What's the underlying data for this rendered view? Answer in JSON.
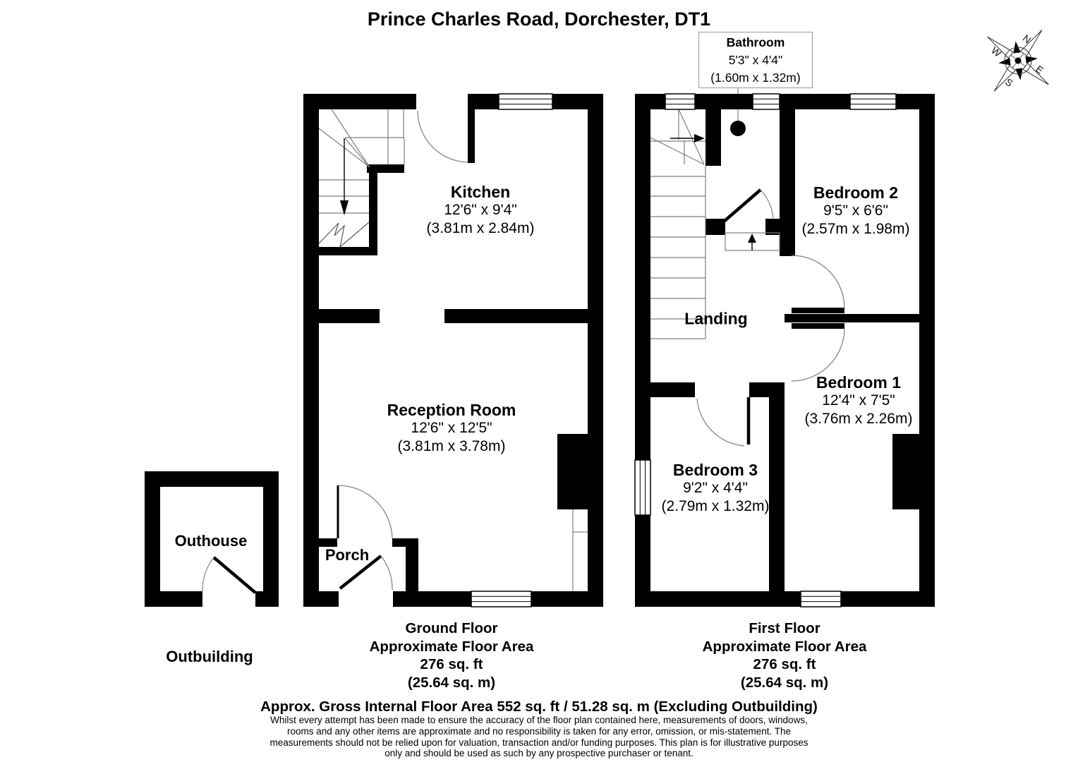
{
  "title": "Prince Charles Road, Dorchester, DT1",
  "compass": {
    "n": "N",
    "e": "E",
    "s": "S",
    "w": "W"
  },
  "ground_floor": {
    "kitchen": {
      "name": "Kitchen",
      "size_imperial": "12'6\" x 9'4\"",
      "size_metric": "(3.81m x 2.84m)"
    },
    "reception": {
      "name": "Reception Room",
      "size_imperial": "12'6\" x 12'5\"",
      "size_metric": "(3.81m x 3.78m)"
    },
    "porch": {
      "name": "Porch"
    },
    "summary": {
      "floor": "Ground Floor",
      "label": "Approximate Floor Area",
      "area_ft": "276 sq. ft",
      "area_m": "(25.64 sq. m)"
    }
  },
  "first_floor": {
    "bathroom": {
      "name": "Bathroom",
      "size_imperial": "5'3\" x 4'4\"",
      "size_metric": "(1.60m x 1.32m)"
    },
    "bedroom1": {
      "name": "Bedroom 1",
      "size_imperial": "12'4\" x 7'5\"",
      "size_metric": "(3.76m x 2.26m)"
    },
    "bedroom2": {
      "name": "Bedroom 2",
      "size_imperial": "9'5\" x 6'6\"",
      "size_metric": "(2.57m x 1.98m)"
    },
    "bedroom3": {
      "name": "Bedroom 3",
      "size_imperial": "9'2\" x 4'4\"",
      "size_metric": "(2.79m x 1.32m)"
    },
    "landing": {
      "name": "Landing"
    },
    "summary": {
      "floor": "First Floor",
      "label": "Approximate Floor Area",
      "area_ft": "276 sq. ft",
      "area_m": "(25.64 sq. m)"
    }
  },
  "outbuilding": {
    "outhouse": {
      "name": "Outhouse"
    },
    "label": "Outbuilding"
  },
  "footer": {
    "total_area": "Approx. Gross Internal Floor Area 552 sq. ft / 51.28 sq. m (Excluding Outbuilding)",
    "disclaimer_lines": [
      "Whilst every attempt has been made to ensure the accuracy of the floor plan contained here, measurements of doors, windows,",
      "rooms and any other items are approximate and no responsibility is taken for any error, omission, or mis-statement. The",
      "measurements should not be relied upon for valuation, transaction and/or funding purposes. This plan is for illustrative purposes",
      "only and should be used as such by any prospective purchaser or tenant."
    ]
  },
  "colors": {
    "wall": "#000000",
    "thin_line": "#808080",
    "background": "#ffffff",
    "text": "#000000"
  }
}
